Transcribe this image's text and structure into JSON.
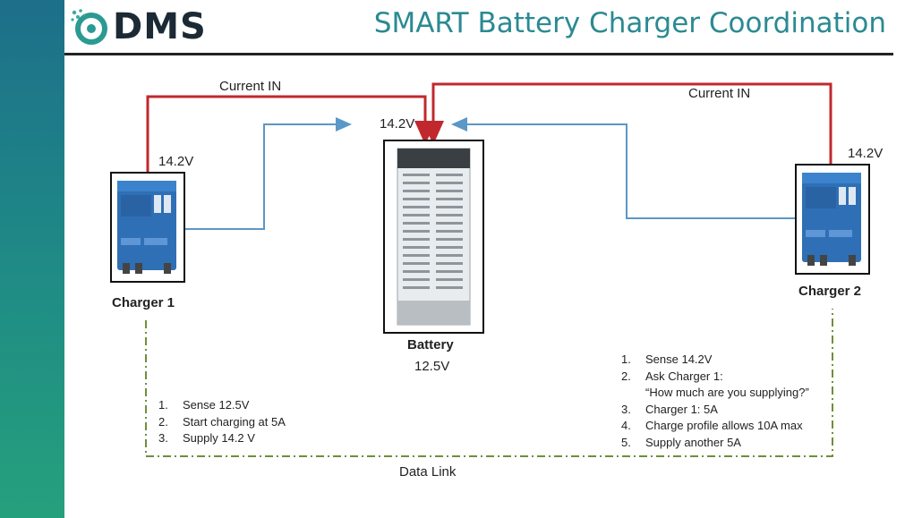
{
  "brand": {
    "logo_text": "DMS"
  },
  "title": "SMART Battery Charger Coordination",
  "current_in_left": "Current IN",
  "current_in_right": "Current IN",
  "voltage_battery_top": "14.2V",
  "voltage_charger1": "14.2V",
  "voltage_charger2": "14.2V",
  "charger1": {
    "label": "Charger 1"
  },
  "charger2": {
    "label": "Charger 2"
  },
  "battery": {
    "label": "Battery",
    "voltage": "12.5V"
  },
  "data_link": "Data Link",
  "charger1_steps": [
    {
      "num": "1.",
      "text": "Sense 12.5V"
    },
    {
      "num": "2.",
      "text": "Start charging at 5A"
    },
    {
      "num": "3.",
      "text": "Supply 14.2 V"
    }
  ],
  "charger2_steps": [
    {
      "num": "1.",
      "text": "Sense 14.2V"
    },
    {
      "num": "2.",
      "text": "Ask Charger 1:"
    },
    {
      "num": "",
      "text": "“How much are you supplying?”"
    },
    {
      "num": "3.",
      "text": "Charger 1:  5A"
    },
    {
      "num": "4.",
      "text": "Charge profile allows 10A max"
    },
    {
      "num": "5.",
      "text": "Supply another 5A"
    }
  ],
  "colors": {
    "current_wire": "#c0282d",
    "sense_wire": "#5b97c7",
    "data_link": "#6e8f3b",
    "title": "#2b8a92",
    "sidebar": "#1f8a86"
  }
}
